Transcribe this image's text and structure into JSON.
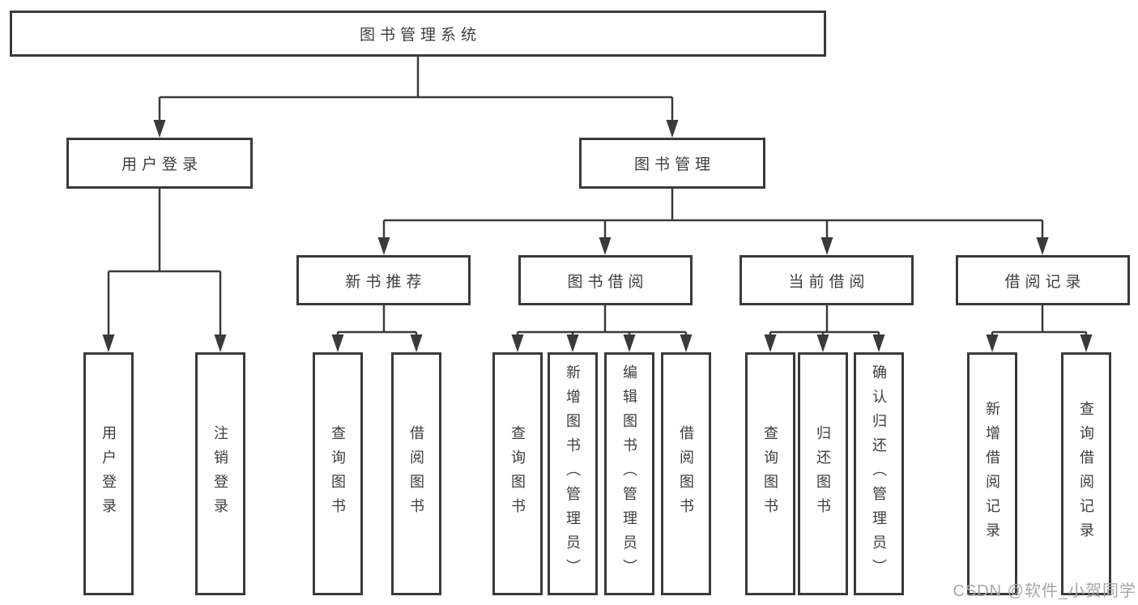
{
  "diagram": {
    "root": {
      "label": "图书管理系统"
    },
    "level2": {
      "user_login": {
        "label": "用户登录"
      },
      "book_mgmt": {
        "label": "图书管理"
      }
    },
    "level3": {
      "new_book": {
        "label": "新书推荐"
      },
      "borrow": {
        "label": "图书借阅"
      },
      "current": {
        "label": "当前借阅"
      },
      "records": {
        "label": "借阅记录"
      }
    },
    "leaves": {
      "user_login": {
        "label": "用户登录"
      },
      "logout": {
        "label": "注销登录"
      },
      "nb_query": {
        "label": "查询图书"
      },
      "nb_borrow": {
        "label": "借阅图书"
      },
      "bw_query": {
        "label": "查询图书"
      },
      "bw_add": {
        "label": "新增图书（管理员）"
      },
      "bw_edit": {
        "label": "编辑图书（管理员）"
      },
      "bw_borrow": {
        "label": "借阅图书"
      },
      "cu_query": {
        "label": "查询图书"
      },
      "cu_return": {
        "label": "归还图书"
      },
      "cu_confirm": {
        "label": "确认归还（管理员）"
      },
      "rc_add": {
        "label": "新增借阅记录"
      },
      "rc_query": {
        "label": "查询借阅记录"
      }
    }
  },
  "watermark": {
    "text": "CSDN @软件_小贺同学"
  },
  "colors": {
    "stroke": "#3a3a3a",
    "text": "#3d3d3d",
    "watermark": "#a6a6a6",
    "background": "#ffffff"
  }
}
